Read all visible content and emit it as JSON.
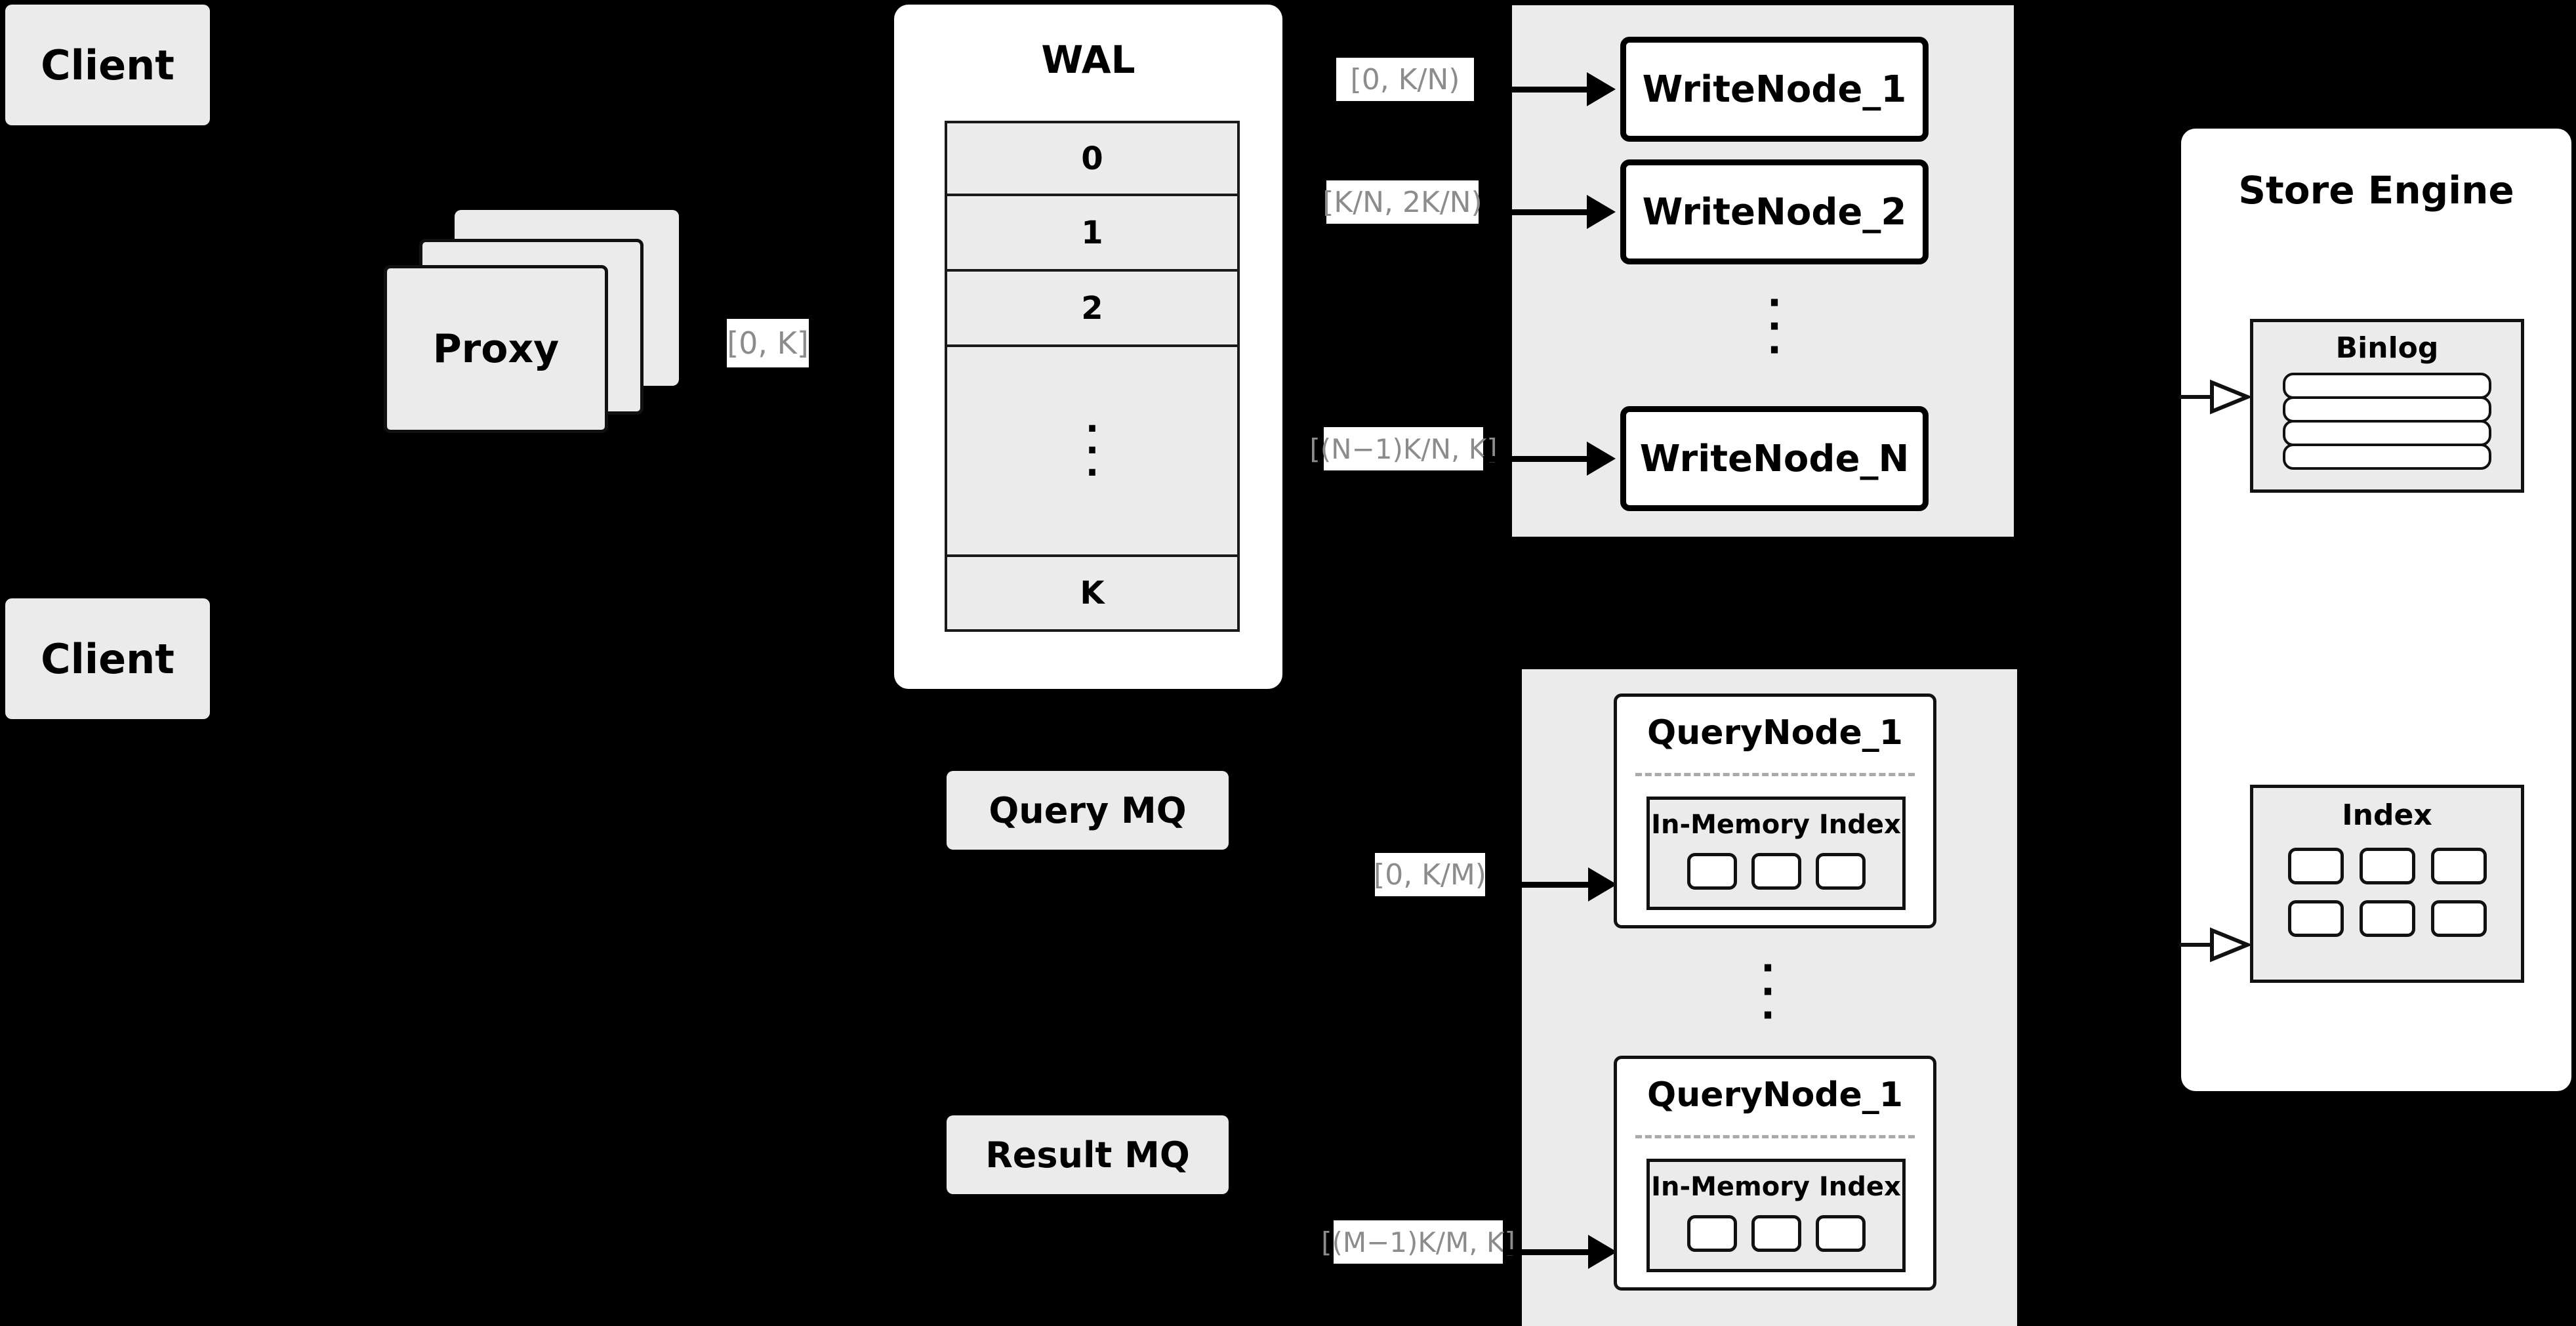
{
  "diagram": {
    "title": "Distributed Write/Query Architecture",
    "background_color": "#000000",
    "node_fill": "#ebebeb",
    "panel_fill": "#ffffff",
    "label_text_color": "#8c8c8c"
  },
  "clients": [
    {
      "label": "Client"
    },
    {
      "label": "Client"
    }
  ],
  "proxy": {
    "label": "Proxy",
    "stack_count": 3
  },
  "wal": {
    "title": "WAL",
    "entries": [
      "0",
      "1",
      "2"
    ],
    "ellipsis": "·",
    "last_entry": "K"
  },
  "edge_labels": {
    "proxy_to_wal": "[0, K]",
    "write_node_1": "[0,  K/N)",
    "write_node_2": "[K/N, 2K/N)",
    "write_node_n": "[(N−1)K/N,  K]",
    "query_node_1": "[0, K/M)",
    "query_node_m": "[(M−1)K/M, K]"
  },
  "write_nodes": {
    "nodes": [
      {
        "label": "WriteNode_1"
      },
      {
        "label": "WriteNode_2"
      },
      {
        "label": "WriteNode_N"
      }
    ],
    "ellipsis": "·"
  },
  "message_queues": [
    {
      "label": "Query MQ"
    },
    {
      "label": "Result MQ"
    }
  ],
  "query_nodes": {
    "nodes": [
      {
        "label": "QueryNode_1",
        "index_label": "In-Memory Index",
        "slot_count": 3
      },
      {
        "label": "QueryNode_1",
        "index_label": "In-Memory Index",
        "slot_count": 3
      }
    ],
    "ellipsis": "·"
  },
  "store_engine": {
    "title": "Store Engine",
    "binlog": {
      "title": "Binlog",
      "row_count": 4
    },
    "index": {
      "title": "Index",
      "slot_count": 6
    }
  }
}
